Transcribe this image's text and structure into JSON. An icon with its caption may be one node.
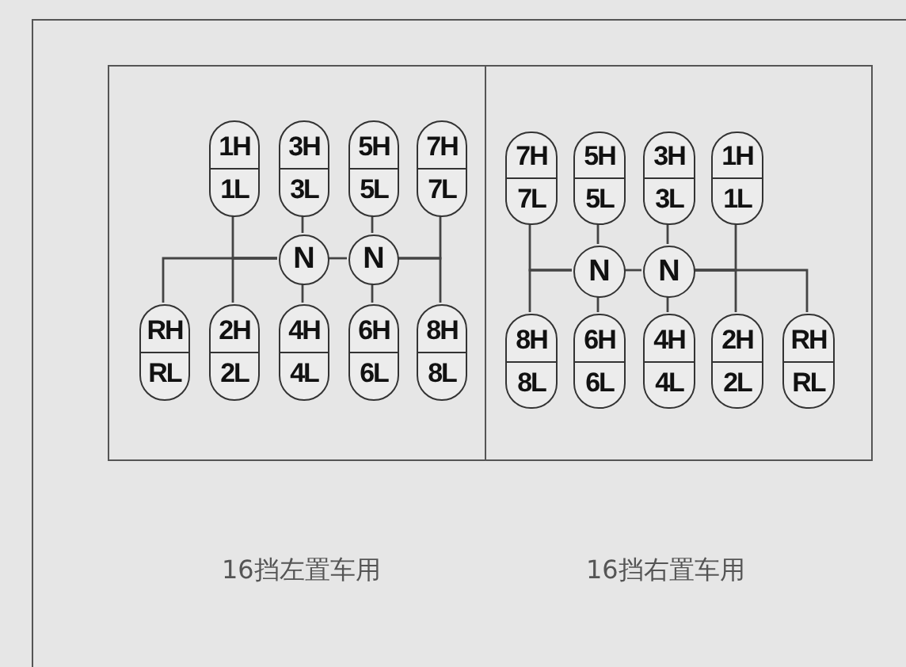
{
  "diagram": {
    "nodes": [
      {
        "text": [],
        "shape": "box",
        "beside": [
          "16挡左置车用"
        ]
      },
      {
        "text": [
          "1H",
          "1L"
        ],
        "in": 0
      },
      {
        "text": [
          "3H",
          "3L"
        ],
        "in": 0
      },
      {
        "text": [
          "5H",
          "5L"
        ],
        "in": 0
      },
      {
        "text": [
          "7H",
          "7L"
        ],
        "in": 0
      },
      {
        "text": [
          "N"
        ],
        "in": 0
      },
      {
        "text": [
          "N"
        ],
        "in": 0
      },
      {
        "text": [
          "RH",
          "RL"
        ],
        "in": 0
      },
      {
        "text": [
          "2H",
          "2L"
        ],
        "in": 0
      },
      {
        "text": [
          "4H",
          "4L"
        ],
        "in": 0
      },
      {
        "text": [
          "6H",
          "6L"
        ],
        "in": 0
      },
      {
        "text": [
          "8H",
          "8L"
        ],
        "in": 0
      },
      {
        "text": [],
        "shape": "box",
        "beside": [
          "16挡右置车用"
        ]
      },
      {
        "text": [
          "7H",
          "7L"
        ],
        "in": 12
      },
      {
        "text": [
          "5H",
          "5L"
        ],
        "in": 12
      },
      {
        "text": [
          "3H",
          "3L"
        ],
        "in": 12
      },
      {
        "text": [
          "1H",
          "1L"
        ],
        "in": 12
      },
      {
        "text": [
          "N"
        ],
        "in": 12
      },
      {
        "text": [
          "N"
        ],
        "in": 12
      },
      {
        "text": [
          "8H",
          "8L"
        ],
        "in": 12
      },
      {
        "text": [
          "6H",
          "6L"
        ],
        "in": 12
      },
      {
        "text": [
          "4H",
          "4L"
        ],
        "in": 12
      },
      {
        "text": [
          "2H",
          "2L"
        ],
        "in": 12
      },
      {
        "text": [
          "RH",
          "RL"
        ],
        "in": 12
      }
    ],
    "edges": [
      {
        "from": 1,
        "to": 5,
        "arrow": "none"
      },
      {
        "from": 2,
        "to": 5,
        "arrow": "none"
      },
      {
        "from": 7,
        "to": 5,
        "arrow": "none"
      },
      {
        "from": 8,
        "to": 5,
        "arrow": "none"
      },
      {
        "from": 9,
        "to": 5,
        "arrow": "none"
      },
      {
        "from": 5,
        "to": 6,
        "arrow": "none"
      },
      {
        "from": 3,
        "to": 6,
        "arrow": "none"
      },
      {
        "from": 10,
        "to": 6,
        "arrow": "none"
      },
      {
        "from": 4,
        "to": 6,
        "arrow": "none"
      },
      {
        "from": 11,
        "to": 6,
        "arrow": "none"
      },
      {
        "from": 13,
        "to": 17,
        "arrow": "none"
      },
      {
        "from": 14,
        "to": 17,
        "arrow": "none"
      },
      {
        "from": 19,
        "to": 17,
        "arrow": "none"
      },
      {
        "from": 20,
        "to": 17,
        "arrow": "none"
      },
      {
        "from": 17,
        "to": 18,
        "arrow": "none"
      },
      {
        "from": 15,
        "to": 18,
        "arrow": "none"
      },
      {
        "from": 21,
        "to": 18,
        "arrow": "none"
      },
      {
        "from": 16,
        "to": 18,
        "arrow": "none"
      },
      {
        "from": 22,
        "to": 18,
        "arrow": "none"
      },
      {
        "from": 23,
        "to": 18,
        "arrow": "none"
      }
    ]
  }
}
